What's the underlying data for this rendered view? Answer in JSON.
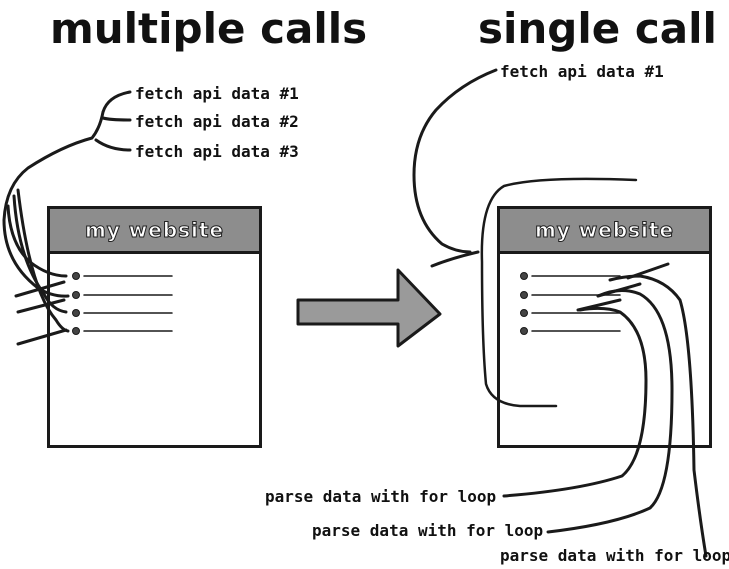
{
  "left_panel": {
    "title": "multiple calls",
    "fetch_labels": [
      "fetch api data #1",
      "fetch api data #2",
      "fetch api data #3"
    ],
    "website_title": "my website"
  },
  "right_panel": {
    "title": "single call",
    "fetch_label": "fetch api data #1",
    "website_title": "my website",
    "parse_labels": [
      "parse data with for loop",
      "parse data with for loop",
      "parse data with for loop"
    ]
  },
  "colors": {
    "ink": "#1a1a1a",
    "header_fill": "#8d8d8d",
    "arrow_fill": "#9a9a9a"
  },
  "icons": [
    "right-arrow-icon"
  ]
}
